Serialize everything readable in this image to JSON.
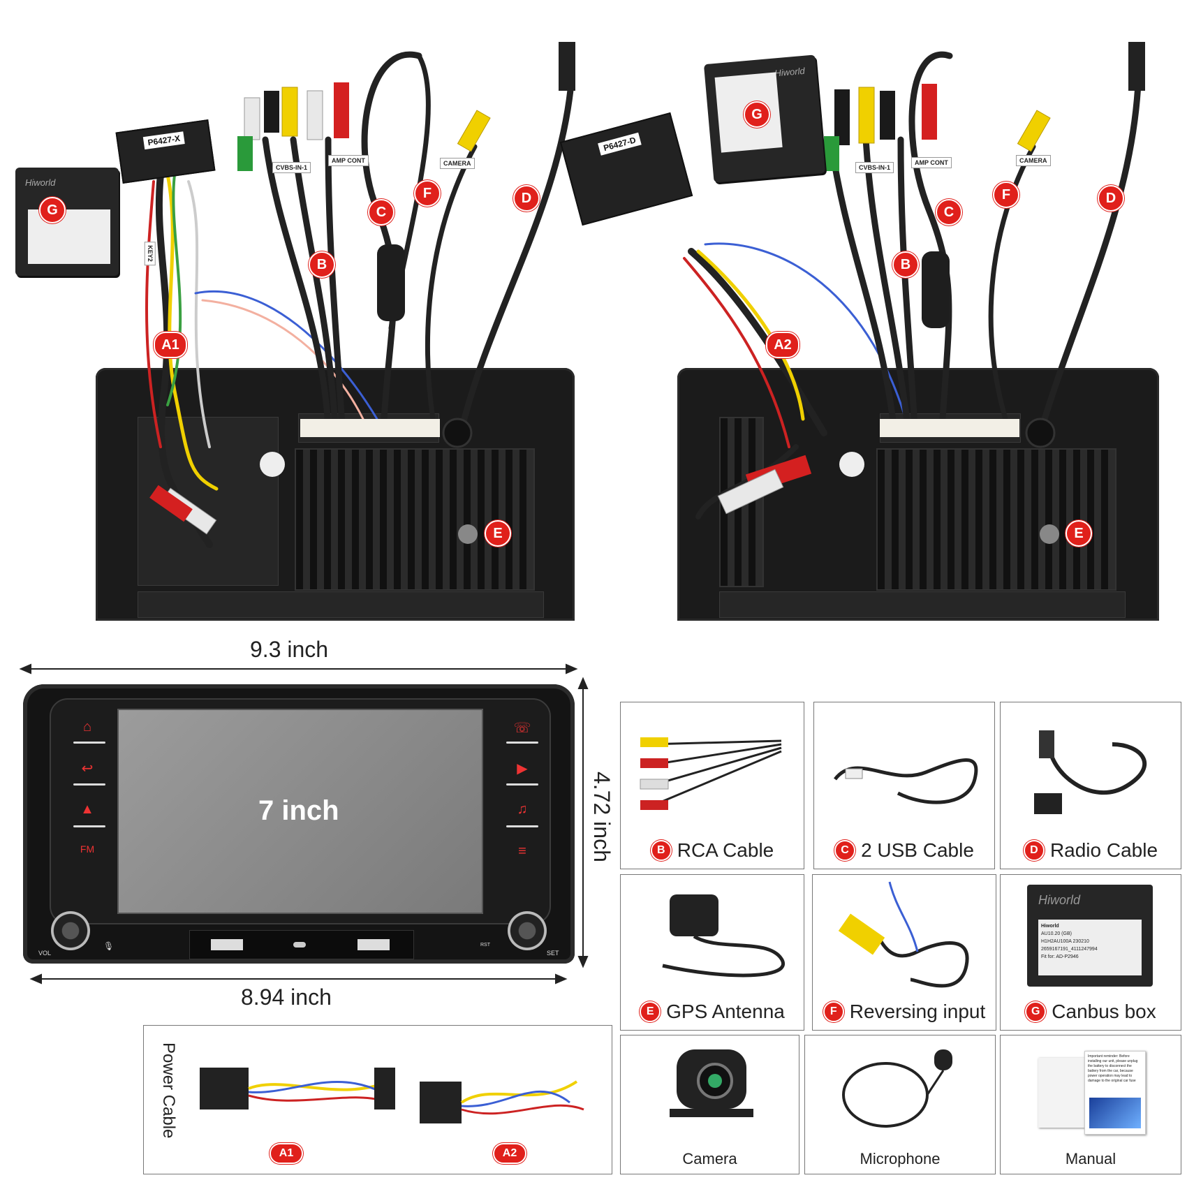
{
  "top_left": {
    "harness_plug": "P6427-X",
    "callouts": {
      "A": "A1",
      "B": "B",
      "C": "C",
      "D": "D",
      "E": "E",
      "F": "F",
      "G": "G"
    },
    "cable_tags": {
      "cvbs": "CVBS-IN-1",
      "amp": "AMP CONT",
      "camera": "CAMERA",
      "key": "KEY2"
    },
    "canbus_brand": "Hiworld"
  },
  "top_right": {
    "harness_plug": "P6427-D",
    "callouts": {
      "A": "A2",
      "B": "B",
      "C": "C",
      "D": "D",
      "E": "E",
      "F": "F",
      "G": "G"
    },
    "cable_tags": {
      "cvbs": "CVBS-IN-1",
      "amp": "AMP CONT",
      "camera": "CAMERA"
    },
    "canbus_brand": "Hiworld"
  },
  "dimensions": {
    "width_top": "9.3 inch",
    "height": "4.72 inch",
    "width_bottom": "8.94 inch",
    "screen": "7 inch"
  },
  "head_unit": {
    "left_buttons": [
      "home-icon",
      "back-icon",
      "nav-icon",
      "FM"
    ],
    "right_buttons": [
      "phone-icon",
      "play-icon",
      "music-icon",
      "eq-icon"
    ],
    "labels": {
      "vol": "VOL",
      "set": "SET",
      "rst": "RST",
      "fm": "FM"
    }
  },
  "power_cable": {
    "title": "Power Cable",
    "items": [
      "A1",
      "A2"
    ]
  },
  "accessories": [
    {
      "letter": "B",
      "label": "RCA Cable"
    },
    {
      "letter": "C",
      "label": "2 USB Cable"
    },
    {
      "letter": "D",
      "label": "Radio Cable"
    },
    {
      "letter": "E",
      "label": "GPS Antenna"
    },
    {
      "letter": "F",
      "label": "Reversing input"
    },
    {
      "letter": "G",
      "label": "Canbus box"
    },
    {
      "letter": "",
      "label": "Camera"
    },
    {
      "letter": "",
      "label": "Microphone"
    },
    {
      "letter": "",
      "label": "Manual"
    }
  ],
  "canbus_card": {
    "brand": "Hiworld",
    "lines": [
      "Hiworld",
      "AU10.20   (GB)",
      "H1H2AU100A   230210",
      "2659167191_4111247994",
      "Fit for:  AD-P2946"
    ]
  },
  "manual_text": "Important reminder: Before installing our unit, please unplug the battery to disconnect the battery from the car, because power operation may lead to damage to the original car fuse",
  "colors": {
    "accent": "#e0201b",
    "device": "#1b1b1b",
    "screen": "#8a8a8a"
  }
}
